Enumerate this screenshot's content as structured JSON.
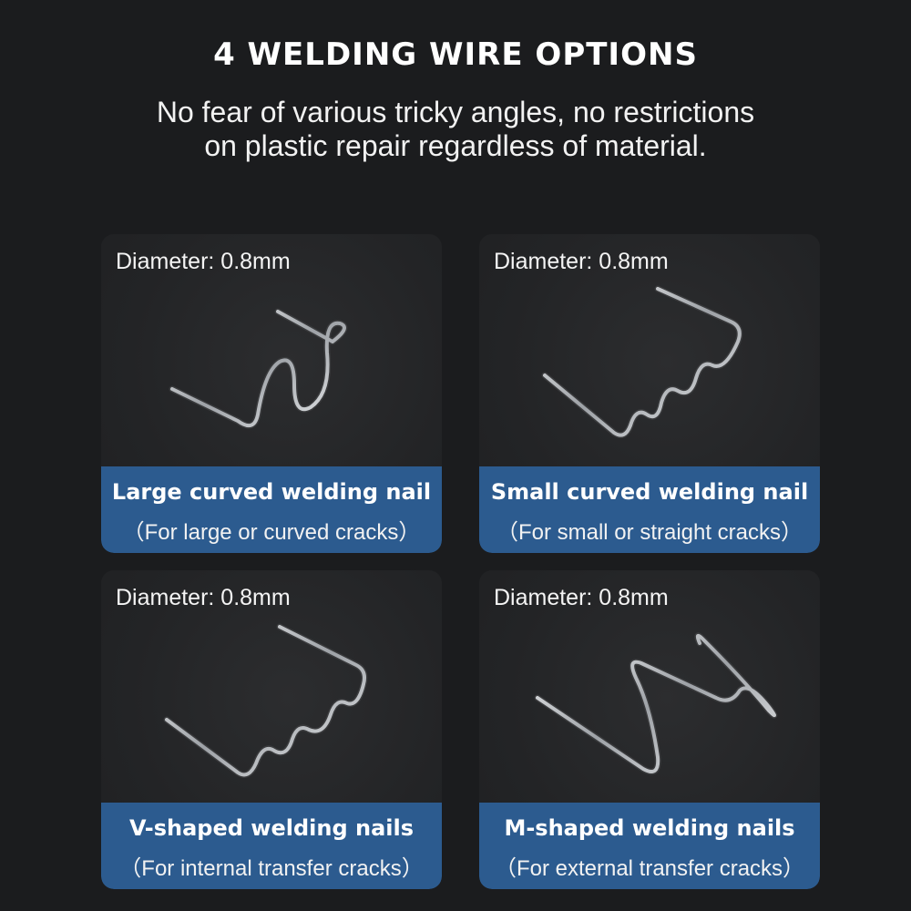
{
  "header": {
    "title": "4 WELDING WIRE OPTIONS",
    "subtitle_line1": "No fear of various tricky angles, no restrictions",
    "subtitle_line2": "on plastic repair regardless of material."
  },
  "cards": [
    {
      "diameter": "Diameter: 0.8mm",
      "title": "Large curved welding nail",
      "subtitle": "（For large or curved cracks）",
      "icon": "large-curved-wire"
    },
    {
      "diameter": "Diameter: 0.8mm",
      "title": "Small curved welding nail",
      "subtitle": "（For small or straight cracks）",
      "icon": "small-curved-wire"
    },
    {
      "diameter": "Diameter: 0.8mm",
      "title": "V-shaped welding nails",
      "subtitle": "（For internal transfer cracks）",
      "icon": "v-shaped-wire"
    },
    {
      "diameter": "Diameter: 0.8mm",
      "title": "M-shaped welding nails",
      "subtitle": "（For external transfer cracks）",
      "icon": "m-shaped-wire"
    }
  ],
  "colors": {
    "background": "#1b1c1e",
    "caption_band": "#2c5b8f",
    "wire": "#d8dadd"
  }
}
